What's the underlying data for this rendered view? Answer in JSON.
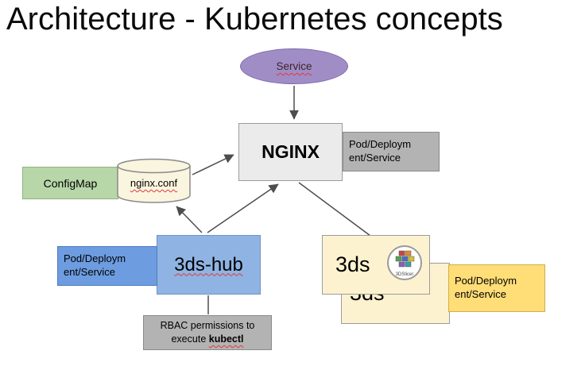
{
  "title": "Architecture - Kubernetes concepts",
  "service": {
    "label": "Service"
  },
  "nginx": {
    "label": "NGINX"
  },
  "nginx_pod": {
    "label": "Pod/Deploym\nent/Service"
  },
  "configmap": {
    "label": "ConfigMap"
  },
  "nginx_conf": {
    "label": "nginx.conf"
  },
  "hub": {
    "label": "3ds-hub"
  },
  "hub_pod": {
    "label": "Pod/Deploym\nent/Service"
  },
  "rbac": {
    "line1": "RBAC permissions to",
    "line2_prefix": "execute ",
    "emphasis": "kubectl"
  },
  "app": {
    "label": "3ds"
  },
  "app_back": {
    "label": "3ds"
  },
  "app_pod": {
    "label": "Pod/Deploym\nent/Service"
  },
  "logo": {
    "caption": "3DSlicer"
  },
  "colors": {
    "service_fill": "#a18dc6",
    "nginx_fill": "#ebebeb",
    "pod_gray_fill": "#b3b3b3",
    "configmap_fill": "#b7d7a8",
    "cylinder_fill": "#faf5df",
    "hub_fill": "#8fb4e3",
    "hub_pod_fill": "#6d9ce0",
    "app_fill": "#fdf2cf",
    "app_pod_fill": "#ffdd77",
    "arrow": "#4d4d4d"
  }
}
